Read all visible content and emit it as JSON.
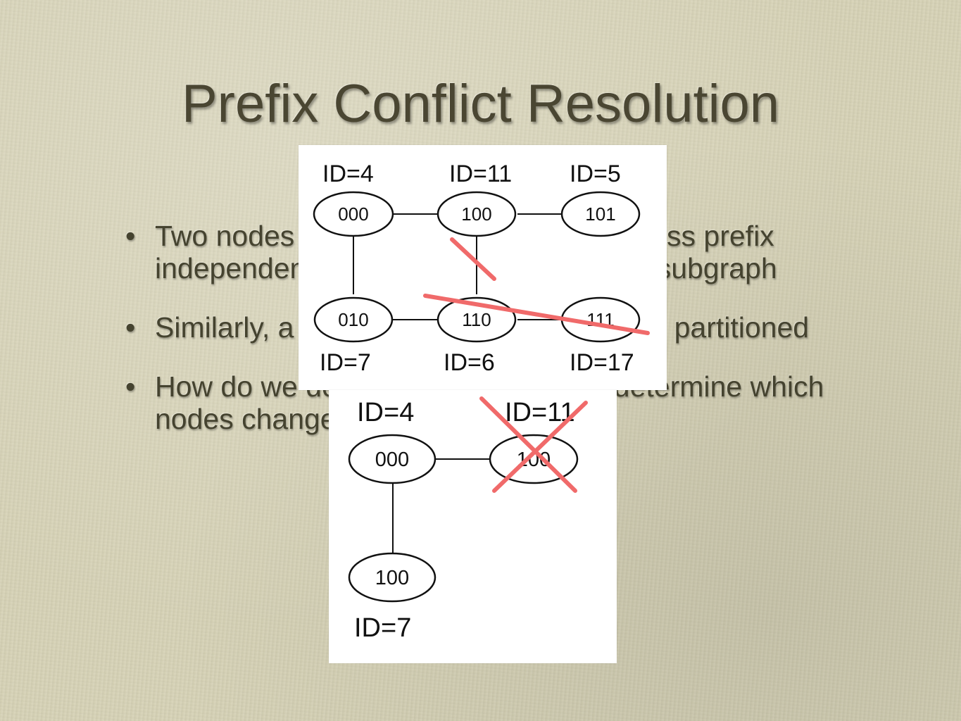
{
  "title": "Prefix Conflict Resolution",
  "bullets": [
    "Two nodes may choose the same address prefix independently, yielding a disconnected subgraph",
    "Similarly, a connected subgraph may be partitioned",
    "How do we detect this problem and determine which nodes change their address(es)?"
  ],
  "figure_top": {
    "nodes": [
      {
        "addr": "000",
        "id_label": "ID=4"
      },
      {
        "addr": "100",
        "id_label": "ID=11"
      },
      {
        "addr": "101",
        "id_label": "ID=5"
      },
      {
        "addr": "010",
        "id_label": "ID=7"
      },
      {
        "addr": "110",
        "id_label": "ID=6"
      },
      {
        "addr": "111",
        "id_label": "ID=17"
      }
    ]
  },
  "figure_bottom": {
    "nodes": [
      {
        "addr": "000",
        "id_label": "ID=4"
      },
      {
        "addr": "100",
        "id_label": "ID=11"
      },
      {
        "addr": "100",
        "id_label": "ID=7"
      }
    ]
  },
  "colors": {
    "cut_mark": "#f06a6a",
    "title_text": "#4a4632",
    "body_text": "#45432f"
  }
}
